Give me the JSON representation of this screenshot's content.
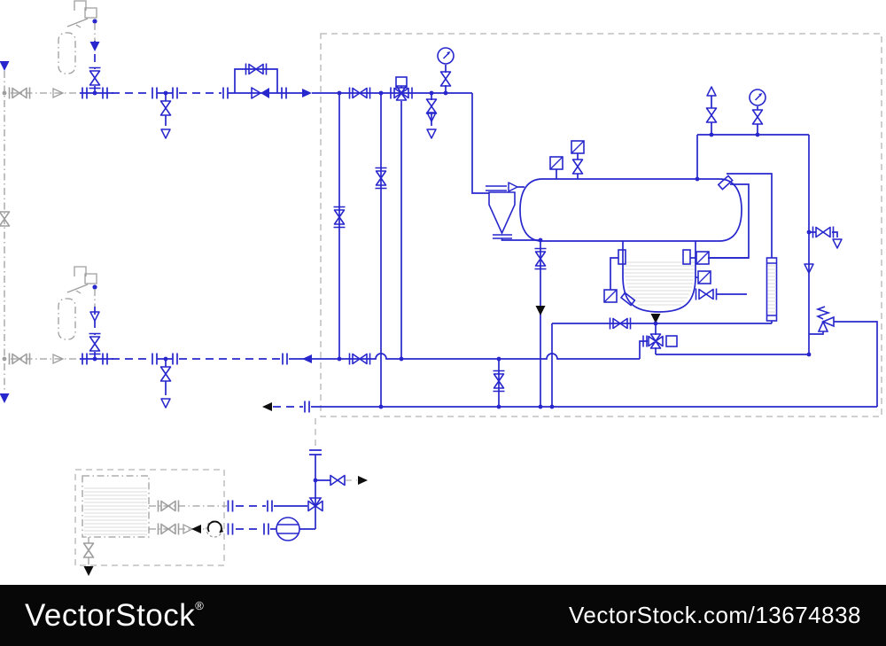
{
  "footer": {
    "brand": "VectorStock",
    "registered_mark": "®",
    "watermark_url": "VectorStock.com/13674838"
  },
  "colors": {
    "blue": "#2727cd",
    "gray": "#9e9e9e",
    "boundary": "#b5b5b5",
    "hatch": "#dbdbdb",
    "ink": "#0e0e0e",
    "footerbg": "#070707",
    "footerfg": "#ffffff",
    "paper": "#ffffff"
  },
  "icons": [
    "gate-valve-icon",
    "check-valve-icon",
    "three-way-valve-icon",
    "four-way-valve-icon",
    "relief-valve-icon",
    "pressure-gauge-icon",
    "instrument-square-icon",
    "flange-pair-icon",
    "flow-arrow-icon",
    "vent-arrow-icon",
    "cyclone-separator",
    "horizontal-vessel",
    "vessel-boot",
    "level-gauge",
    "storage-tank",
    "pump-icon",
    "flow-meter-icon",
    "battery-limit-boundary"
  ]
}
